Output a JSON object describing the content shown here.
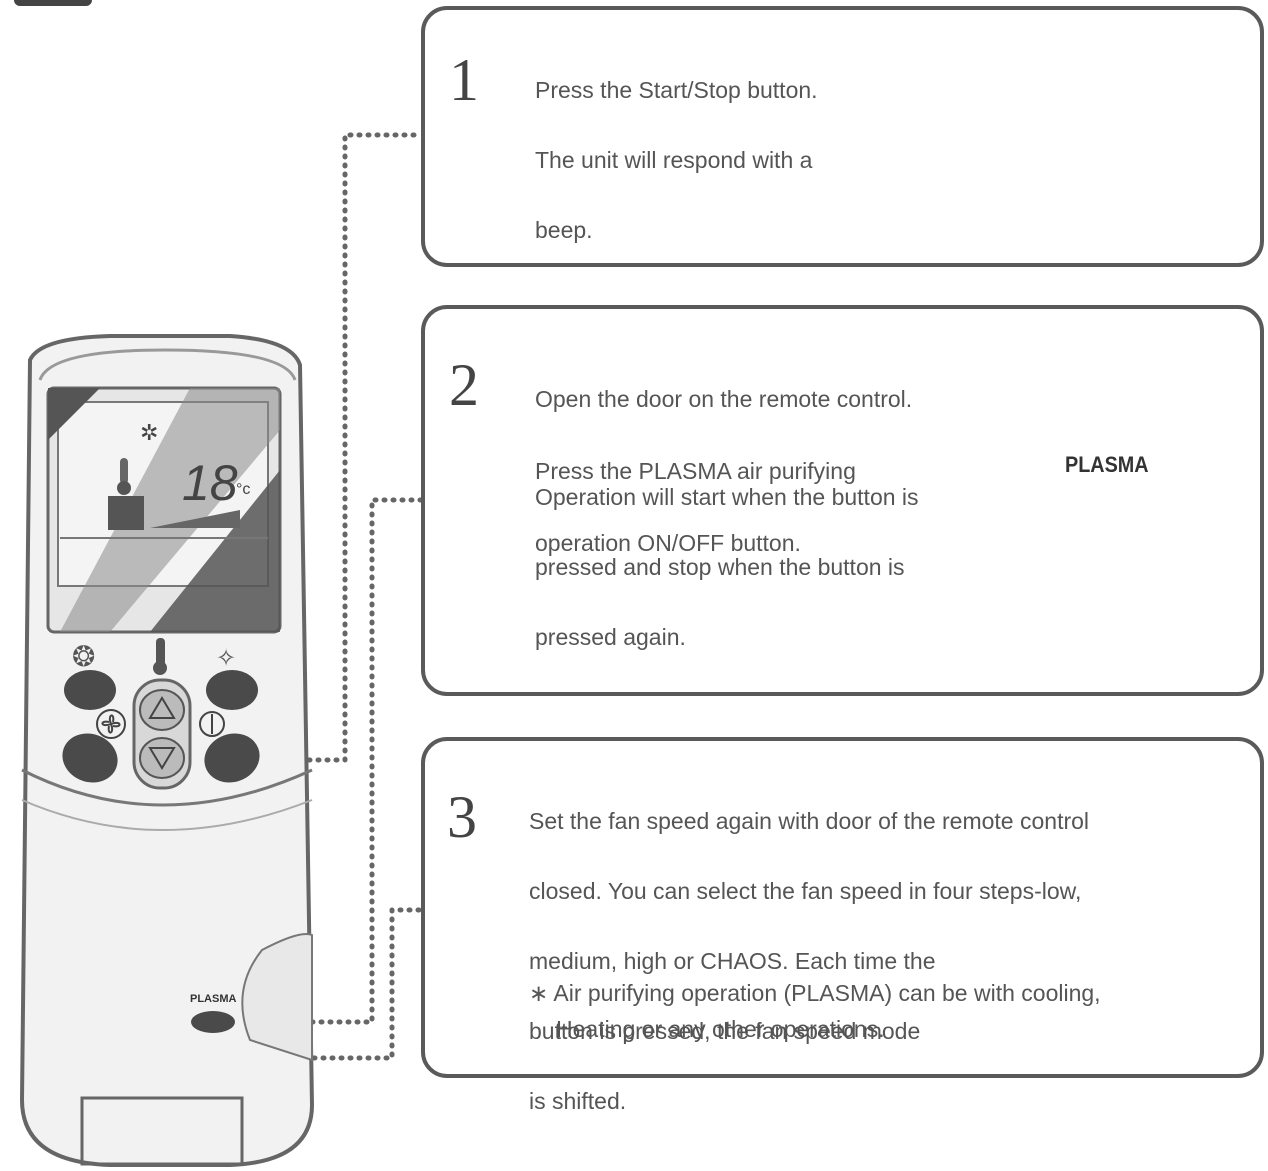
{
  "steps": [
    {
      "number": "1",
      "lines": [
        "Press the Start/Stop button.",
        "The unit will respond with a",
        "beep."
      ]
    },
    {
      "number": "2",
      "lines_a": [
        "Open the door on the remote control.",
        "Press the PLASMA air purifying",
        "operation ON/OFF button."
      ],
      "lines_b": [
        "Operation will start when the button is",
        "pressed and stop when the button is",
        "pressed again."
      ],
      "button_label": "PLASMA"
    },
    {
      "number": "3",
      "lines": [
        "Set the fan speed again with door of the remote control",
        "closed. You can select the fan speed in four steps-low,",
        "medium, high or CHAOS. Each time the",
        "button is pressed, the fan speed mode",
        "is shifted."
      ],
      "note_lines": [
        "∗ Air purifying operation (PLASMA) can be with cooling,",
        "Heating or any other operations."
      ]
    }
  ],
  "remote": {
    "display_temperature": "18",
    "display_unit": "°c",
    "plasma_label": "PLASMA"
  },
  "icons": {
    "power": "power-icon",
    "fan": "fan-icon",
    "thermometer": "thermometer-icon",
    "hand": "pointing-hand-icon"
  }
}
